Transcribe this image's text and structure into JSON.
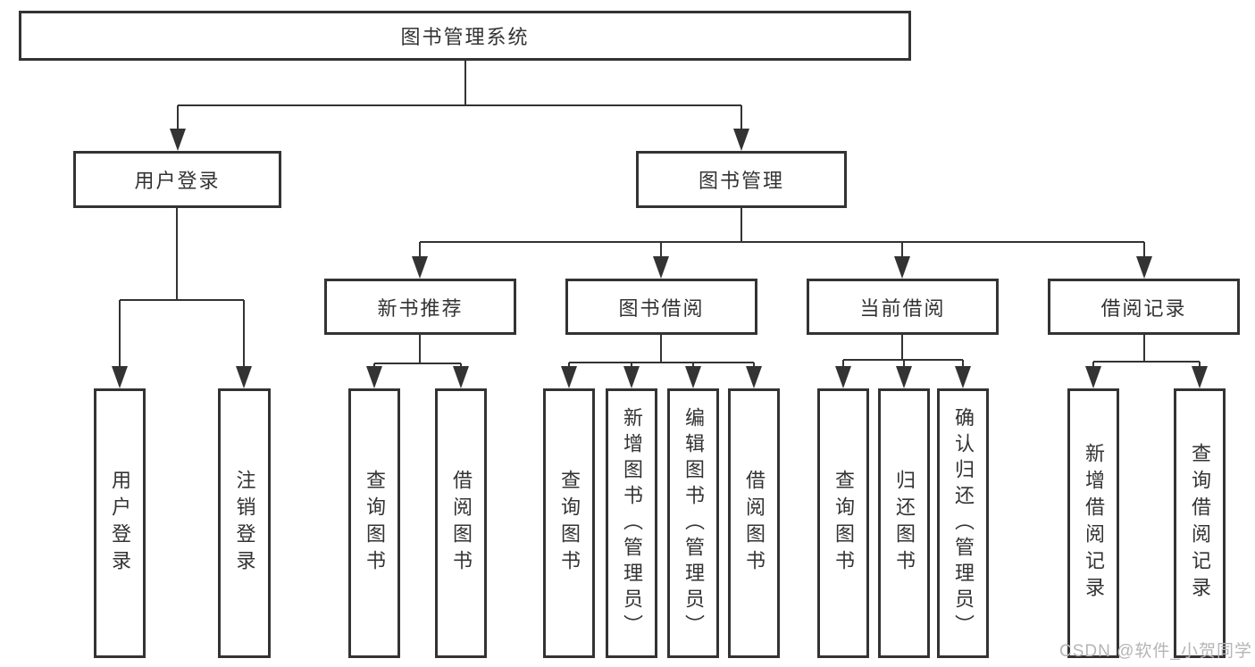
{
  "diagram": {
    "type": "hierarchy-tree",
    "root": {
      "label": "图书管理系统"
    },
    "level1": [
      {
        "label": "用户登录"
      },
      {
        "label": "图书管理"
      }
    ],
    "level2": [
      {
        "label": "新书推荐",
        "parent": "图书管理"
      },
      {
        "label": "图书借阅",
        "parent": "图书管理"
      },
      {
        "label": "当前借阅",
        "parent": "图书管理"
      },
      {
        "label": "借阅记录",
        "parent": "图书管理"
      }
    ],
    "leaves": [
      {
        "label": "用户登录",
        "parent": "用户登录"
      },
      {
        "label": "注销登录",
        "parent": "用户登录"
      },
      {
        "label": "查询图书",
        "parent": "新书推荐"
      },
      {
        "label": "借阅图书",
        "parent": "新书推荐"
      },
      {
        "label": "查询图书",
        "parent": "图书借阅"
      },
      {
        "label": "新增图书（管理员）",
        "parent": "图书借阅"
      },
      {
        "label": "编辑图书（管理员）",
        "parent": "图书借阅"
      },
      {
        "label": "借阅图书",
        "parent": "图书借阅"
      },
      {
        "label": "查询图书",
        "parent": "当前借阅"
      },
      {
        "label": "归还图书",
        "parent": "当前借阅"
      },
      {
        "label": "确认归还（管理员）",
        "parent": "当前借阅"
      },
      {
        "label": "新增借阅记录",
        "parent": "借阅记录"
      },
      {
        "label": "查询借阅记录",
        "parent": "借阅记录"
      }
    ]
  },
  "watermark": "CSDN @软件_小贺同学",
  "colors": {
    "line": "#333333",
    "box_border": "#333333",
    "box_fill": "#ffffff",
    "text": "#333333",
    "watermark": "#b5b5b8",
    "background": "#ffffff"
  }
}
